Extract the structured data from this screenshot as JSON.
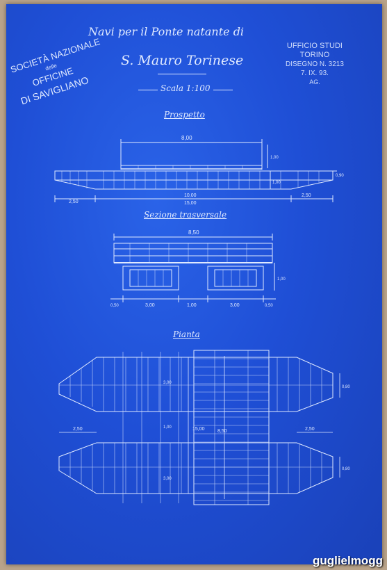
{
  "header": {
    "title_line1": "Navi per il Ponte natante di",
    "title_line2": "S. Mauro Torinese",
    "scale": "Scala 1:100"
  },
  "stamp_left": {
    "line1": "SOCIETÀ NAZIONALE",
    "line2": "delle",
    "line3": "OFFICINE",
    "line4": "DI SAVIGLIANO"
  },
  "stamp_right": {
    "line1": "UFFICIO STUDI",
    "line2": "TORINO",
    "line3": "DISEGNO N. 3213",
    "line4": "7. IX. 93.",
    "line5": "AG."
  },
  "prospetto": {
    "title": "Prospetto",
    "dim_top": "8,00",
    "dim_height": "1,00",
    "dim_depth": "1,00",
    "dim_end_right": "0,90",
    "dim_left": "2,50",
    "dim_right": "2,50",
    "dim_mid": "10,00",
    "dim_total": "15,00"
  },
  "sezione": {
    "title": "Sezione trasversale",
    "dim_top": "8,50",
    "dim_height": "1,00",
    "dim_a": "0,50",
    "dim_b": "3,00",
    "dim_c": "1,00",
    "dim_d": "3,00",
    "dim_e": "0,50"
  },
  "pianta": {
    "title": "Pianta",
    "dim_upper_w": "3,00",
    "dim_gap": "1,00",
    "dim_lower_w": "3,00",
    "dim_left": "2,50",
    "dim_total": "15,00",
    "dim_deck": "8,50",
    "dim_right": "2,50",
    "dim_end_upper": "0,80",
    "dim_end_lower": "0,80"
  },
  "watermark": "guglielmogg"
}
